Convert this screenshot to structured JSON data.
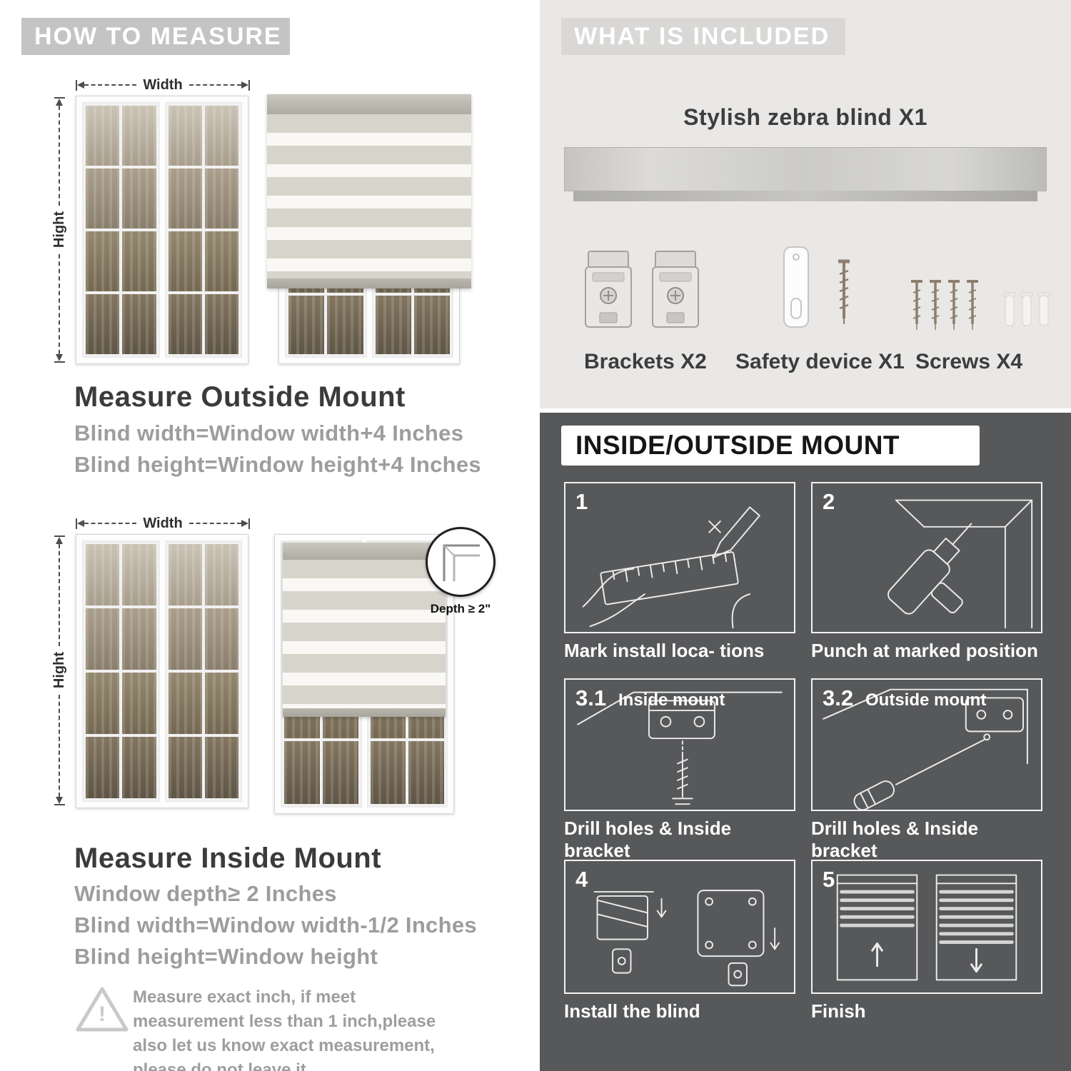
{
  "left": {
    "header": "HOW TO MEASURE",
    "measure": {
      "width": "Width",
      "height": "Hight"
    },
    "outside": {
      "title": "Measure Outside Mount",
      "lines": [
        "Blind width=Window width+4 Inches",
        "Blind height=Window height+4 Inches"
      ]
    },
    "inside": {
      "title": "Measure Inside Mount",
      "depth_note": "Depth ≥ 2\"",
      "lines": [
        "Window depth≥ 2 Inches",
        "Blind width=Window width-1/2 Inches",
        "Blind height=Window height"
      ]
    },
    "warning": {
      "icon": "!",
      "text": "Measure exact inch, if meet measurement less than 1 inch,please also let us know exact measurement, please do not leave it"
    }
  },
  "included": {
    "header": "WHAT IS INCLUDED",
    "blind_label": "Stylish zebra blind X1",
    "items": [
      {
        "label": "Brackets X2"
      },
      {
        "label": "Safety device X1"
      },
      {
        "label": "Screws X4"
      }
    ]
  },
  "mount": {
    "header": "INSIDE/OUTSIDE MOUNT",
    "steps": [
      {
        "num": "1",
        "caption": "Mark install loca- tions"
      },
      {
        "num": "2",
        "caption": "Punch at  marked position"
      },
      {
        "num": "3.1",
        "tag": "Inside mount",
        "caption": "Drill holes &  Inside bracket"
      },
      {
        "num": "3.2",
        "tag": "Outside mount",
        "caption": "Drill holes &  Inside bracket"
      },
      {
        "num": "4",
        "caption": "Install the blind"
      },
      {
        "num": "5",
        "caption": "Finish"
      }
    ]
  },
  "colors": {
    "header_pill": "#c4c4c4",
    "included_pill": "#d9d8d6",
    "light_section": "#e9e8e6",
    "dark_section": "#57585a",
    "title_text": "#3b3b3b",
    "muted_text": "#9d9d9d",
    "blind_stripe": "#d7d4cc"
  }
}
